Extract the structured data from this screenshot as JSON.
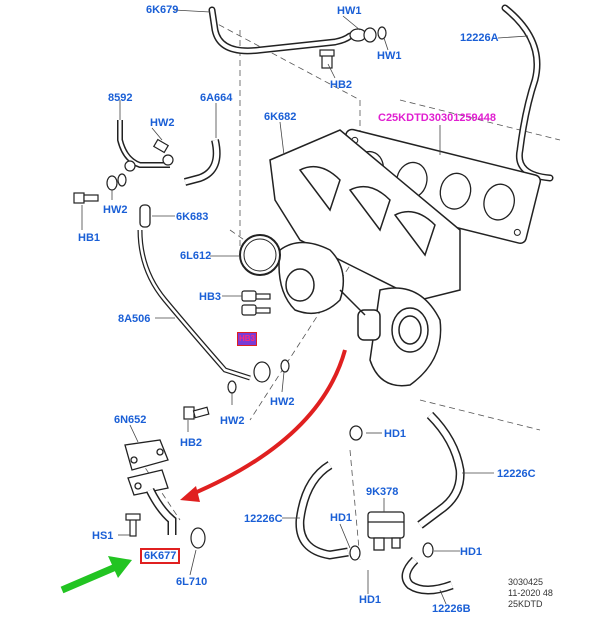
{
  "labels": {
    "l6K679": "6K679",
    "lHW1a": "HW1",
    "lHW1b": "HW1",
    "lHB2a": "HB2",
    "l12226A": "12226A",
    "l8592": "8592",
    "l6A664": "6A664",
    "l6K682": "6K682",
    "lC25": "C25KDTD30301259448",
    "lHW2a": "HW2",
    "lHW2b": "HW2",
    "lHB1": "HB1",
    "l6K683": "6K683",
    "l6L612": "6L612",
    "lHB3": "HB3",
    "lHB3filled": "HB3",
    "l8A506": "8A506",
    "lHW2c": "HW2",
    "lHW2d": "HW2",
    "lHB2b": "HB2",
    "l6N652": "6N652",
    "lHD1a": "HD1",
    "l12226C": "12226C",
    "l9K378": "9K378",
    "l12226Cb": "12226C",
    "lHD1b": "HD1",
    "lHS1": "HS1",
    "l6K677": "6K677",
    "l6L710": "6L710",
    "lHD1c": "HD1",
    "lHD1d": "HD1",
    "l12226B": "12226B"
  },
  "footer": {
    "line1": "3030425",
    "line2": "11-2020 48",
    "line3": "25KDTD"
  },
  "colors": {
    "label": "#1a5fd6",
    "highlight_label": "#e01fd0",
    "arrow_red": "#e02020",
    "arrow_green": "#22c422"
  }
}
